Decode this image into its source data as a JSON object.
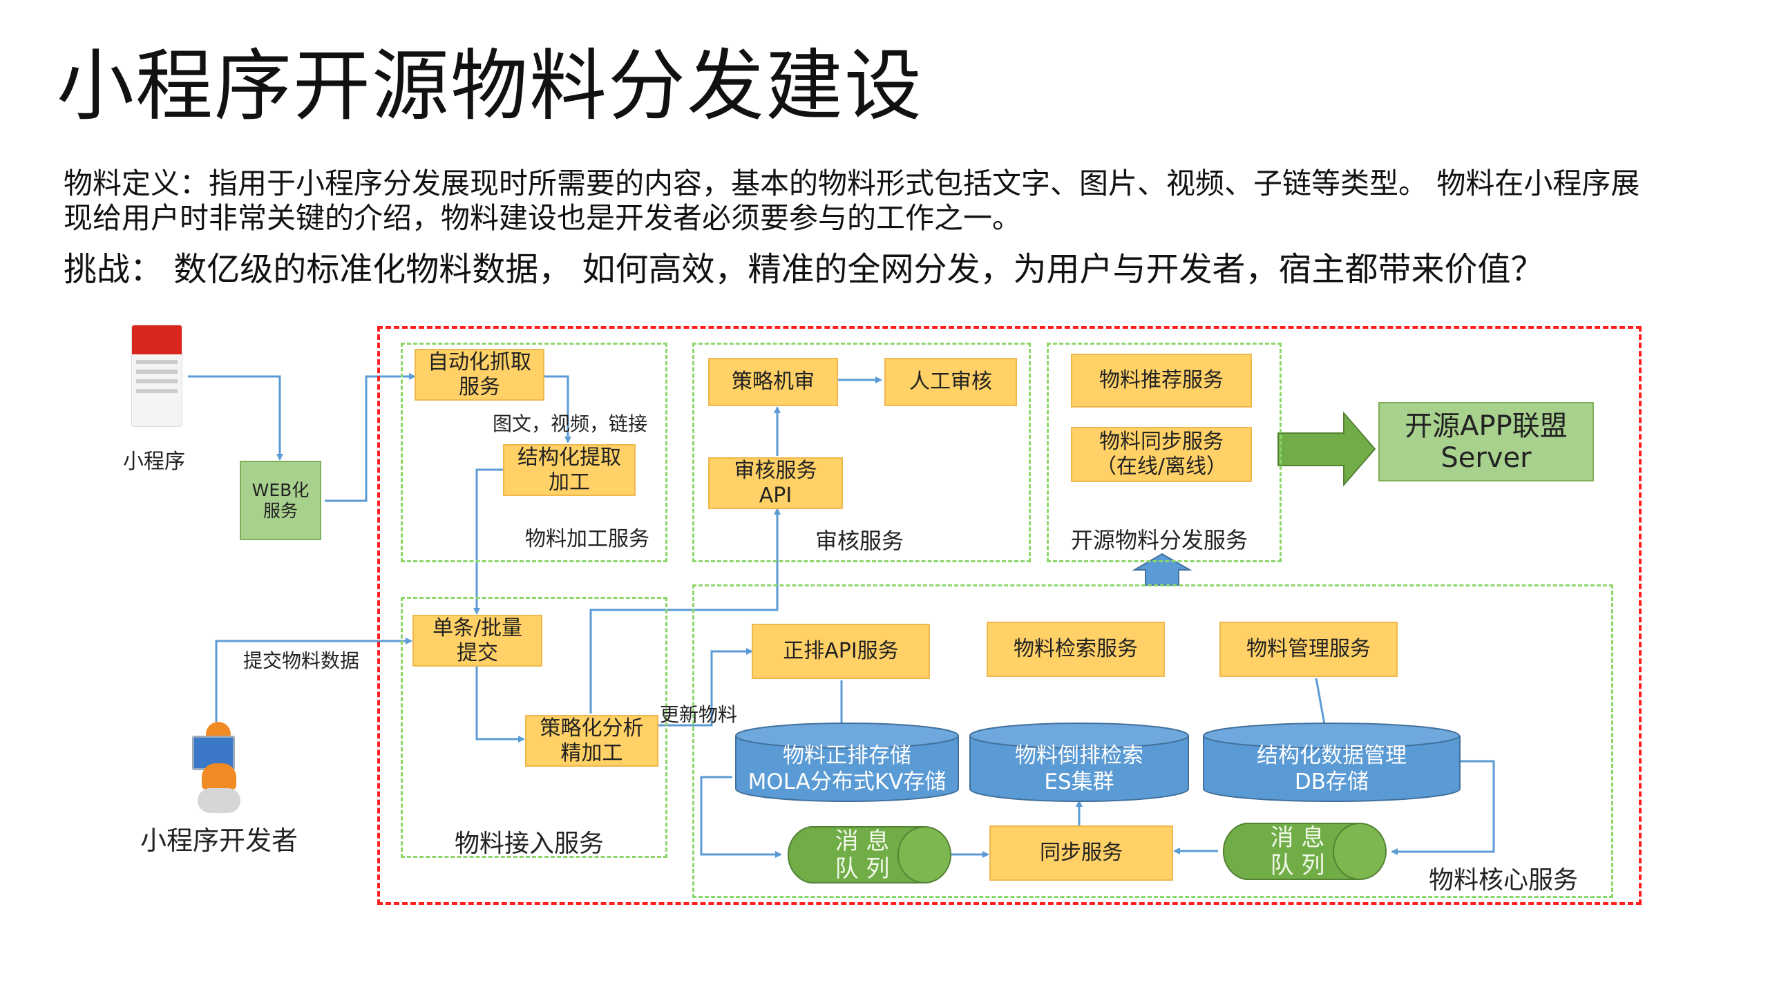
{
  "header": {
    "title": "小程序开源物料分发建设",
    "definition_line1": "物料定义：指用于小程序分发展现时所需要的内容，基本的物料形式包括文字、图片、视频、子链等类型。 物料在小程序展",
    "definition_line2": "现给用户时非常关键的介绍，物料建设也是开发者必须要参与的工作之一。",
    "challenge": "挑战： 数亿级的标准化物料数据， 如何高效，精准的全网分发，为用户与开发者，宿主都带来价值？"
  },
  "actors": {
    "mini_program": "小程序",
    "developer": "小程序开发者"
  },
  "web_service": "WEB化\n服务",
  "processing": {
    "crawl": "自动化抓取\n服务",
    "types": "图文，视频，链接",
    "extract": "结构化提取\n加工",
    "group_label": "物料加工服务"
  },
  "review": {
    "strategy": "策略机审",
    "manual": "人工审核",
    "api": "审核服务\nAPI",
    "group_label": "审核服务"
  },
  "distribution": {
    "recommend": "物料推荐服务",
    "sync": "物料同步服务\n（在线/离线）",
    "group_label": "开源物料分发服务",
    "target": "开源APP联盟\nServer"
  },
  "ingest": {
    "submit": "单条/批量\n提交",
    "submit_edge": "提交物料数据",
    "refine": "策略化分析\n精加工",
    "update_edge": "更新物料",
    "group_label": "物料接入服务"
  },
  "core": {
    "forward_api": "正排API服务",
    "search": "物料检索服务",
    "manage": "物料管理服务",
    "store1": "物料正排存储\nMOLA分布式KV存储",
    "store2": "物料倒排检索\nES集群",
    "store3": "结构化数据管理\nDB存储",
    "queue1": "消 息\n队 列",
    "queue2": "消 息\n队 列",
    "sync_service": "同步服务",
    "group_label": "物料核心服务"
  },
  "colors": {
    "yellow_box": "#ffd166",
    "green_box": "#a9d18e",
    "db_blue": "#5b9bd5",
    "arrow_blue": "#5b9bd5",
    "red_frame": "#ff1f1f",
    "green_frame": "#8cd66a",
    "big_arrow": "#70ad47"
  }
}
